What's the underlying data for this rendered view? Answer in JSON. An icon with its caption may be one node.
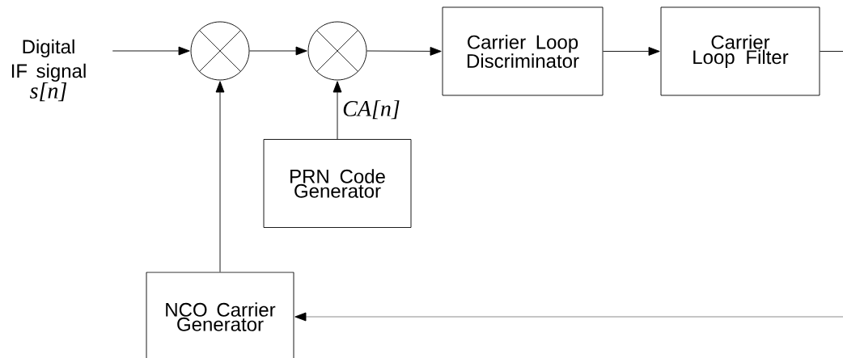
{
  "diagram": {
    "nodes": [
      {
        "text": [
          "Digital IF signal",
          "s[n]"
        ]
      },
      {
        "text": [],
        "shape": "circle"
      },
      {
        "text": [],
        "shape": "circle"
      },
      {
        "text": [
          "Carrier Loop Discriminator"
        ]
      },
      {
        "text": [
          "Carrier Loop Filter"
        ]
      },
      {
        "text": [
          "PRN Code Generator"
        ]
      },
      {
        "text": [
          "NCO Carrier Generator"
        ]
      }
    ],
    "edges": [
      {
        "from": 0,
        "to": 1,
        "arrow": "to"
      },
      {
        "from": 1,
        "to": 2,
        "arrow": "to"
      },
      {
        "from": 2,
        "to": 3,
        "arrow": "to"
      },
      {
        "from": 3,
        "to": 4,
        "arrow": "to"
      },
      {
        "from": 4,
        "to": null,
        "arrow": "none"
      },
      {
        "from": 5,
        "to": 2,
        "arrow": "to",
        "label": "CA[n]"
      },
      {
        "from": 6,
        "to": 1,
        "arrow": "to"
      },
      {
        "from": null,
        "to": 6,
        "arrow": "to"
      }
    ]
  }
}
